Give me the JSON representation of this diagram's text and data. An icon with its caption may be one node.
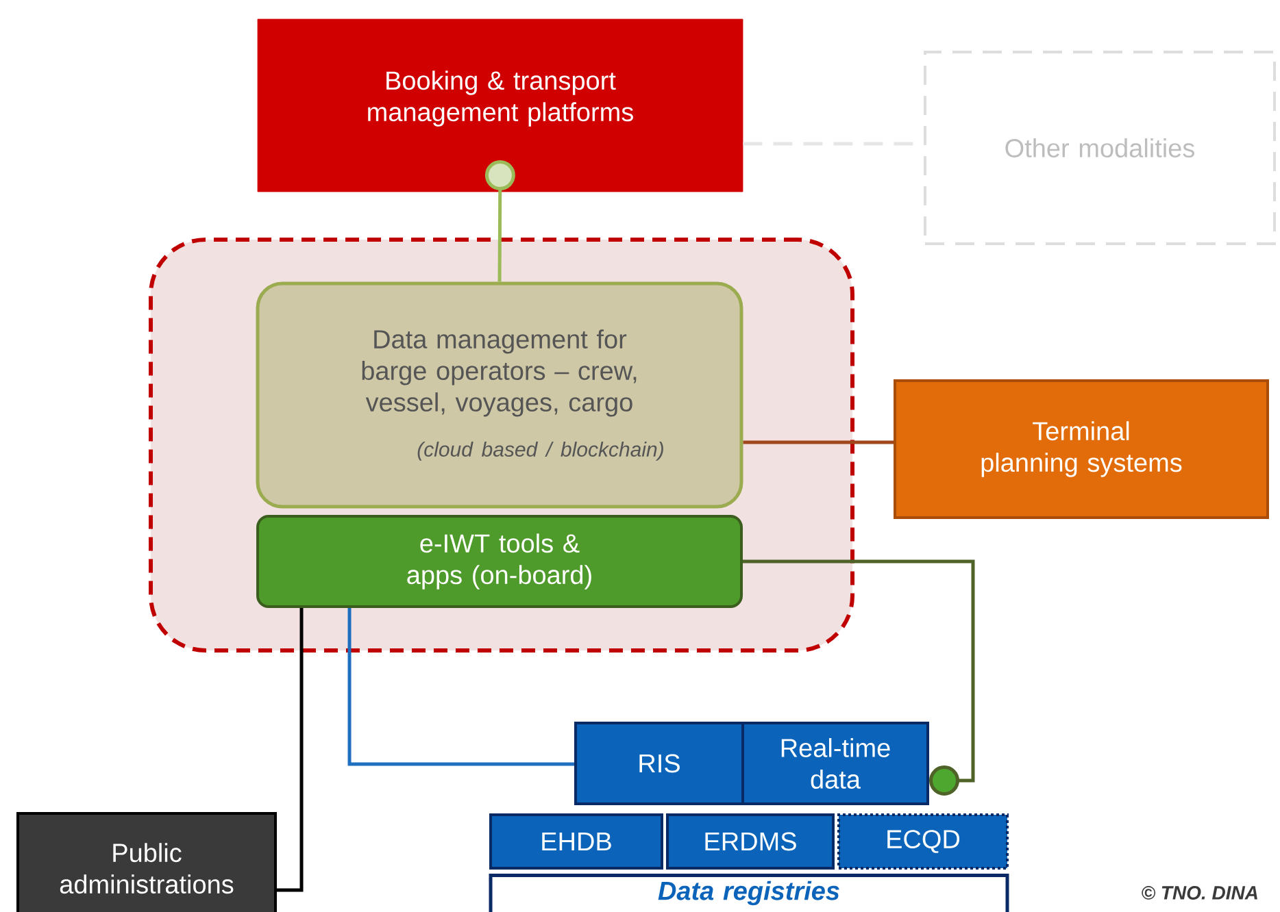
{
  "diagram": {
    "nodes": [
      {
        "text": [
          "Booking & transport management platforms"
        ]
      },
      {
        "text": [
          "Other modalities"
        ]
      },
      {
        "text": [],
        "shape": "box"
      },
      {
        "text": [
          "Data management for barge operators – crew, vessel, voyages, cargo",
          "(cloud based / blockchain)"
        ],
        "in": 2
      },
      {
        "text": [
          "e-IWT tools & apps (on-board)"
        ],
        "in": 2
      },
      {
        "text": [
          "Terminal planning systems"
        ]
      },
      {
        "text": [
          "RIS"
        ]
      },
      {
        "text": [
          "Real-time data"
        ]
      },
      {
        "text": [
          "EHDB"
        ]
      },
      {
        "text": [
          "ERDMS"
        ]
      },
      {
        "text": [
          "ECQD"
        ]
      },
      {
        "text": [
          "Data registries"
        ]
      },
      {
        "text": [
          "Public administrations"
        ]
      }
    ],
    "edges": [
      {
        "from": 3,
        "to": 0,
        "arrow": "other",
        "color": "#9bbb59"
      },
      {
        "from": 0,
        "to": 1,
        "arrow": "none",
        "style": "dashed",
        "color": "#e6e6e6"
      },
      {
        "from": 3,
        "to": 5,
        "arrow": "none",
        "color": "#a0471c"
      },
      {
        "from": 4,
        "to": 7,
        "arrow": "other",
        "color": "#4f6228"
      },
      {
        "from": 4,
        "to": 6,
        "arrow": "none",
        "color": "#1f6fc0"
      },
      {
        "from": 4,
        "to": 12,
        "arrow": "none",
        "color": "#000000"
      }
    ],
    "labels": [
      "© TNO. DINA"
    ]
  }
}
